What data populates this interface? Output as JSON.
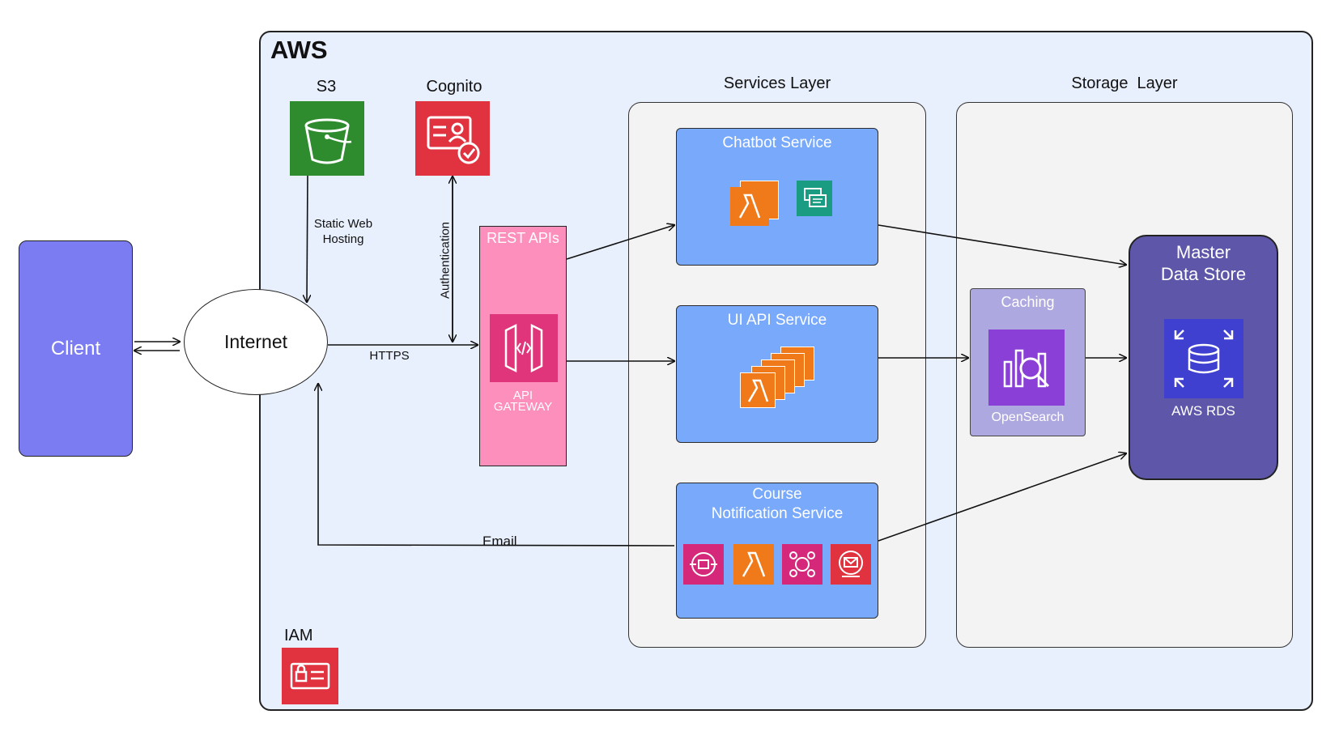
{
  "aws": {
    "title": "AWS"
  },
  "client": {
    "label": "Client"
  },
  "internet": {
    "label": "Internet"
  },
  "s3": {
    "label": "S3",
    "icon": "s3-bucket-icon",
    "color": "#2e8b2e"
  },
  "cognito": {
    "label": "Cognito",
    "icon": "cognito-icon",
    "color": "#e0323f"
  },
  "iam": {
    "label": "IAM",
    "icon": "iam-icon",
    "color": "#e0323f"
  },
  "edges": {
    "static_hosting_line1": "Static Web",
    "static_hosting_line2": "Hosting",
    "authentication": "Authentication",
    "https": "HTTPS",
    "email": "Email"
  },
  "api_gateway": {
    "title": "REST APIs",
    "caption_line1": "API",
    "caption_line2": "GATEWAY",
    "color": "#fd8fbc"
  },
  "services_layer": {
    "title": "Services Layer",
    "chatbot": {
      "title": "Chatbot Service"
    },
    "ui_api": {
      "title": "UI API Service"
    },
    "course_notification": {
      "title_line1": "Course",
      "title_line2": "Notification Service"
    }
  },
  "storage_layer": {
    "title": "Storage  Layer",
    "caching": {
      "title": "Caching",
      "caption": "OpenSearch"
    },
    "master": {
      "title_line1": "Master",
      "title_line2": "Data Store",
      "caption": "AWS RDS"
    }
  },
  "colors": {
    "aws_bg": "#e9f0fd",
    "service_box": "#78a9fa",
    "client": "#7b7bf2",
    "lambda": "#f07a1a",
    "master_store": "#5e56a8"
  }
}
